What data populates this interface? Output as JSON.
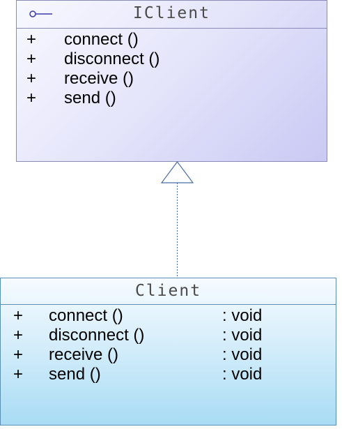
{
  "interface": {
    "name": "IClient",
    "operations": [
      {
        "visibility": "+",
        "name": "connect ()"
      },
      {
        "visibility": "+",
        "name": "disconnect ()"
      },
      {
        "visibility": "+",
        "name": "receive ()"
      },
      {
        "visibility": "+",
        "name": "send ()"
      }
    ]
  },
  "class": {
    "name": "Client",
    "operations": [
      {
        "visibility": "+",
        "name": "connect ()",
        "return_type": ": void"
      },
      {
        "visibility": "+",
        "name": "disconnect ()",
        "return_type": ": void"
      },
      {
        "visibility": "+",
        "name": "receive ()",
        "return_type": ": void"
      },
      {
        "visibility": "+",
        "name": "send ()",
        "return_type": ": void"
      }
    ]
  },
  "relationship": {
    "type": "realization",
    "from": "Client",
    "to": "IClient"
  },
  "colors": {
    "interface_fill": "#dedef9",
    "class_fill": "#c6e8f7",
    "connector": "#4a6fa5"
  },
  "icons": {
    "interface_marker": "interface-lollipop-icon"
  }
}
